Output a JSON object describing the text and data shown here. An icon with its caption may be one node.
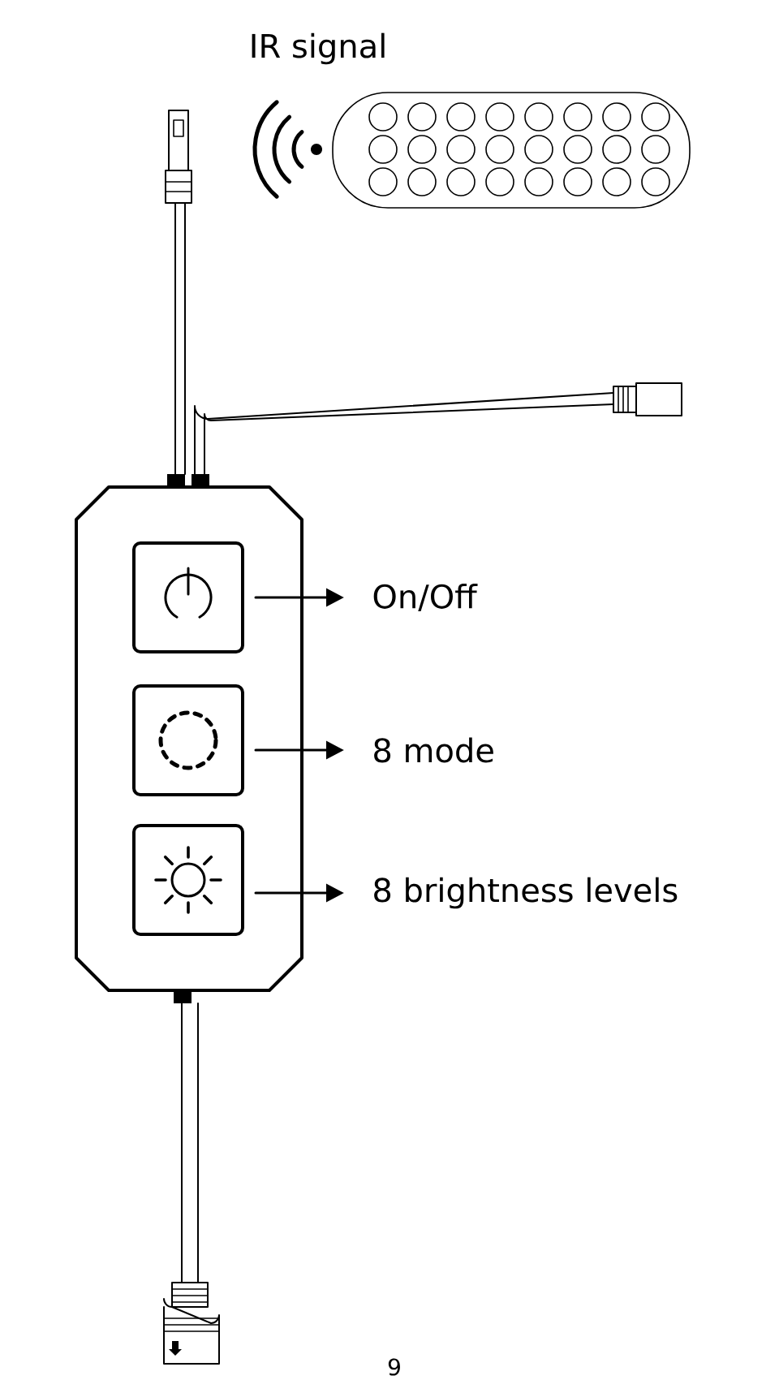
{
  "diagram": {
    "nodes": [
      {
        "text": [],
        "shape": "box"
      },
      {
        "text": [],
        "shape": "box"
      },
      {
        "text": [],
        "shape": "box"
      },
      {
        "text": [
          "On/Off"
        ]
      },
      {
        "text": [
          "8 mode"
        ]
      },
      {
        "text": [
          "8 brightness levels"
        ]
      }
    ],
    "edges": [
      {
        "from": 0,
        "to": 3,
        "arrow": "to"
      },
      {
        "from": 1,
        "to": 4,
        "arrow": "to"
      },
      {
        "from": 2,
        "to": 5,
        "arrow": "to"
      }
    ],
    "labels": [
      "IR signal",
      "9"
    ]
  }
}
